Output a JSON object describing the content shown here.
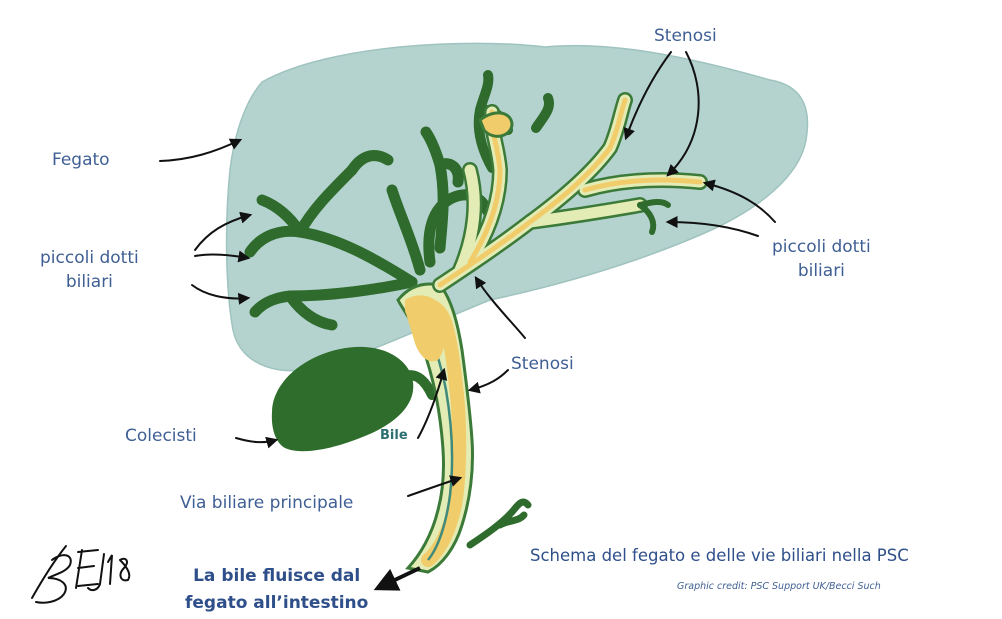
{
  "labels": {
    "fegato": "Fegato",
    "piccoli_dotti_left": [
      "piccoli dotti",
      "biliari"
    ],
    "piccoli_dotti_right": [
      "piccoli dotti",
      "biliari"
    ],
    "stenosi_top": "Stenosi",
    "stenosi_middle": "Stenosi",
    "colecisti": "Colecisti",
    "bile": "Bile",
    "via_biliare": "Via biliare principale",
    "flow": [
      "La bile fluisce dal",
      "fegato all’intestino"
    ]
  },
  "title": "Schema del fegato e delle vie biliari nella PSC",
  "credit": "Graphic credit: PSC Support UK/Becci Such",
  "signature": "BEJ18",
  "colors": {
    "liver": "#b4d3cf",
    "duct_dark": "#2e6b2c",
    "duct_pale": "#e4ecb5",
    "bile_yellow": "#f1cc6b",
    "label_text": "#3f5f94"
  }
}
